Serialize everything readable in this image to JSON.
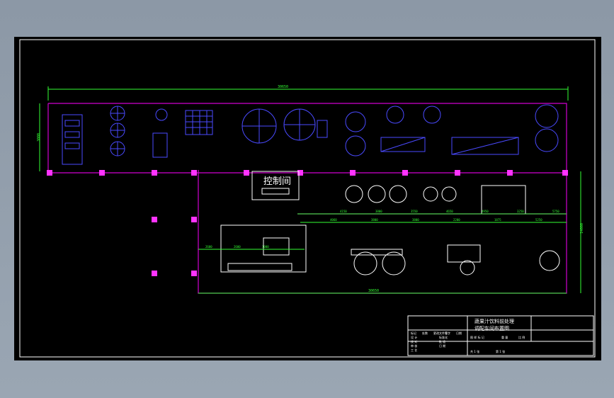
{
  "drawing": {
    "control_room_label": "控制间",
    "overall_dims": {
      "top_length": "30650",
      "bottom_length": "30650",
      "left_height": "3000",
      "right_height": "14000"
    },
    "row_dims": [
      "4150",
      "3800",
      "3550",
      "4650",
      "4950",
      "3250",
      "5750"
    ],
    "row_dims_b": [
      "4060",
      "3800",
      "3800",
      "2200",
      "1875",
      "5250"
    ],
    "small_dims": [
      "2600",
      "2600",
      "1000"
    ]
  },
  "title_block": {
    "title_line1": "蔬果汁饮料前处理",
    "title_line2": "调配车间布置图",
    "scale_label": "图 样 标 记",
    "weight_label": "重 量",
    "ratio_label": "比 例",
    "sheet_total": "共 1 张",
    "sheet_no": "第 1 张",
    "row_labels": [
      "标记",
      "处数",
      "更改文件号",
      "签字",
      "日期"
    ],
    "role_labels": [
      "设 计",
      "校 对",
      "审 核",
      "工 艺"
    ],
    "role_labels_b": [
      "标准化",
      "批 准",
      "日 期"
    ]
  },
  "colors": {
    "background": "#000000",
    "frame": "#ffffff",
    "walls": "#d000d0",
    "equipment": "#4a4aff",
    "dimension": "#33ff33",
    "column": "#ff33ff",
    "outer_chrome": "#95a1ae"
  }
}
